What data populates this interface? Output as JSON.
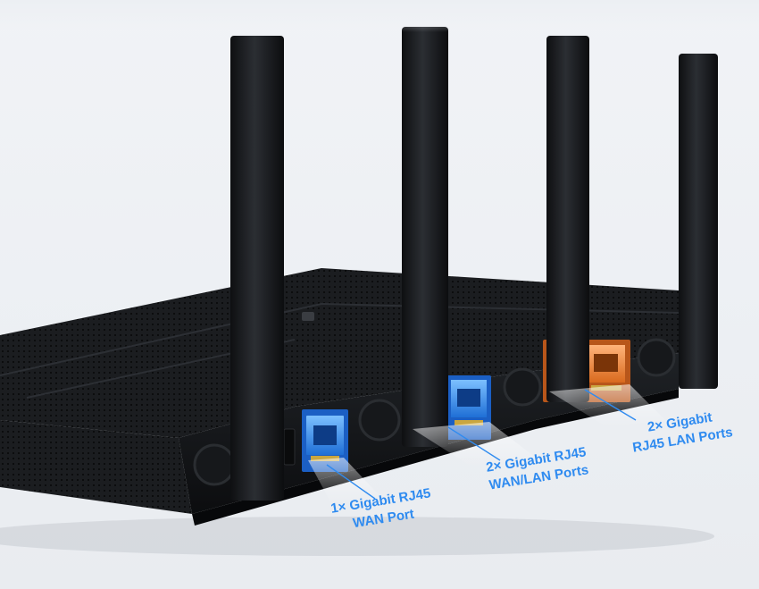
{
  "image": {
    "subject": "router",
    "colors": {
      "background": "#eceff3",
      "router_body": "#141618",
      "accent_blue": "#2f8bf0",
      "accent_orange": "#e8842f"
    }
  },
  "callouts": {
    "wan": {
      "line1": "1× Gigabit RJ45",
      "line2": "WAN Port"
    },
    "wan_lan": {
      "line1": "2× Gigabit RJ45",
      "line2": "WAN/LAN Ports"
    },
    "lan": {
      "line1": "2× Gigabit",
      "line2": "RJ45 LAN Ports"
    }
  }
}
